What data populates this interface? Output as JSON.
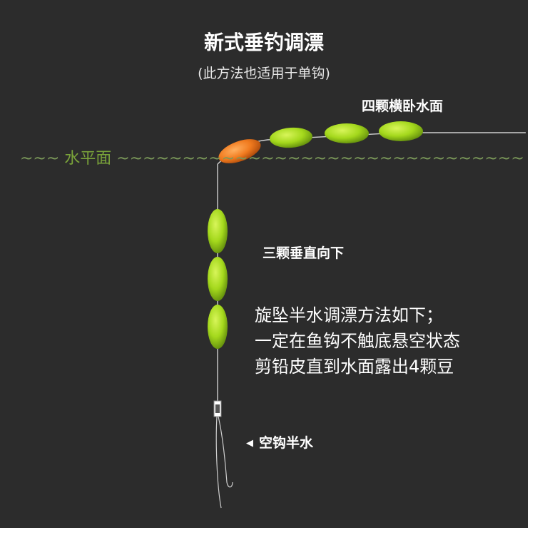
{
  "title": "新式垂钓调漂",
  "subtitle": "(此方法也适用于单钩)",
  "labels": {
    "horizontal_beans": "四颗横卧水面",
    "vertical_beans": "三颗垂直向下",
    "water_level": "水平面",
    "empty_hook": "空钩半水",
    "hook_marker": "◀"
  },
  "description": [
    "旋坠半水调漂方法如下；",
    "一定在鱼钩不触底悬空状态",
    "剪铅皮直到水面露出4颗豆"
  ],
  "colors": {
    "background": "#2c2c2c",
    "green_bean": "#9fd41a",
    "orange_bean": "#f07a1e",
    "water_level": "#7aa33a",
    "line": "#cfcfcf"
  },
  "water_tildes_left": "~~~ ",
  "water_tildes_right": " ~~~~~~~~~~~~~~~~~~~~~~~~~~~~~~~"
}
